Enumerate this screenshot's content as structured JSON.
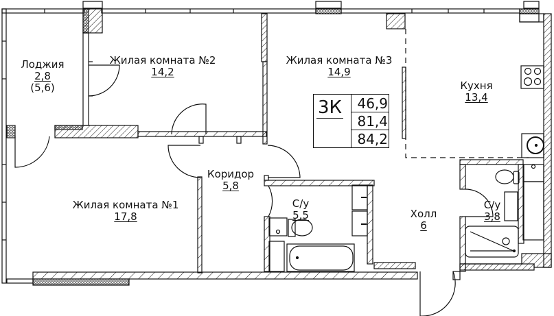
{
  "plan": {
    "type": "3К",
    "areas": {
      "living": "46,9",
      "total": "81,4",
      "total_with_loggia": "84,2"
    }
  },
  "rooms": [
    {
      "name": "Лоджия",
      "area": "2,8",
      "note": "(5,6)"
    },
    {
      "name": "Жилая комната №2",
      "area": "14,2"
    },
    {
      "name": "Жилая комната №3",
      "area": "14,9"
    },
    {
      "name": "Кухня",
      "area": "13,4"
    },
    {
      "name": "Коридор",
      "area": "5,8"
    },
    {
      "name": "Жилая комната №1",
      "area": "17,8"
    },
    {
      "name": "С/у",
      "area": "5,5"
    },
    {
      "name": "Холл",
      "area": "6"
    },
    {
      "name": "С/у",
      "area": "3,8"
    }
  ],
  "colors": {
    "line": "#111111",
    "background": "#ffffff"
  }
}
